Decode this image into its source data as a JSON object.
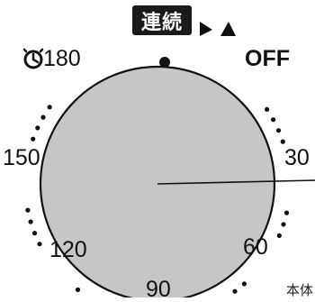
{
  "header": {
    "mode_label": "連続",
    "arrows_icon": "double-triangle-arrows-icon"
  },
  "dial": {
    "off_label": "OFF",
    "timer_icon": "clock-icon",
    "scale_labels": {
      "top_left": "180",
      "left": "150",
      "bottom_left": "120",
      "bottom": "90",
      "bottom_right": "60",
      "right": "30"
    },
    "pointer_reading": "30",
    "knob_color": "#c6c6c6",
    "outline_color": "#111111"
  },
  "footer": {
    "partial_text": "本体"
  }
}
